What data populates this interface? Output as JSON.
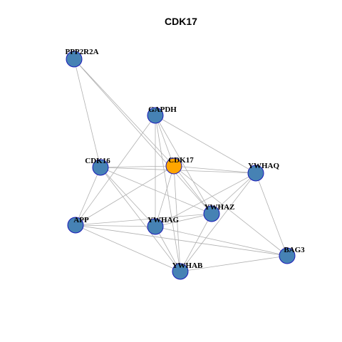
{
  "title": "CDK17",
  "colors": {
    "background": "#ffffff",
    "node_default": "#4682B4",
    "node_center": "#FFA500",
    "node_border": "#1A1AB8",
    "edge": "#B0B0B0",
    "text": "#000000"
  },
  "network": {
    "center_node": "CDK17",
    "nodes": [
      {
        "id": "PPP2R2A",
        "label": "PPP2R2A"
      },
      {
        "id": "GAPDH",
        "label": "GAPDH"
      },
      {
        "id": "CDK16",
        "label": "CDK16"
      },
      {
        "id": "CDK17",
        "label": "CDK17"
      },
      {
        "id": "YWHAQ",
        "label": "YWHAQ"
      },
      {
        "id": "YWHAZ",
        "label": "YWHAZ"
      },
      {
        "id": "APP",
        "label": "APP"
      },
      {
        "id": "YWHAG",
        "label": "YWHAG"
      },
      {
        "id": "BAG3",
        "label": "BAG3"
      },
      {
        "id": "YWHAB",
        "label": "YWHAB"
      }
    ],
    "edges": [
      [
        "PPP2R2A",
        "CDK16"
      ],
      [
        "PPP2R2A",
        "CDK17"
      ],
      [
        "PPP2R2A",
        "YWHAZ"
      ],
      [
        "GAPDH",
        "CDK17"
      ],
      [
        "GAPDH",
        "YWHAQ"
      ],
      [
        "GAPDH",
        "YWHAZ"
      ],
      [
        "GAPDH",
        "YWHAG"
      ],
      [
        "GAPDH",
        "YWHAB"
      ],
      [
        "GAPDH",
        "APP"
      ],
      [
        "CDK16",
        "CDK17"
      ],
      [
        "CDK16",
        "YWHAQ"
      ],
      [
        "CDK16",
        "YWHAZ"
      ],
      [
        "CDK16",
        "YWHAG"
      ],
      [
        "CDK16",
        "YWHAB"
      ],
      [
        "CDK16",
        "APP"
      ],
      [
        "CDK17",
        "YWHAQ"
      ],
      [
        "CDK17",
        "YWHAZ"
      ],
      [
        "CDK17",
        "YWHAG"
      ],
      [
        "CDK17",
        "YWHAB"
      ],
      [
        "CDK17",
        "APP"
      ],
      [
        "CDK17",
        "BAG3"
      ],
      [
        "YWHAQ",
        "YWHAZ"
      ],
      [
        "YWHAQ",
        "YWHAG"
      ],
      [
        "YWHAQ",
        "YWHAB"
      ],
      [
        "YWHAQ",
        "BAG3"
      ],
      [
        "YWHAZ",
        "YWHAG"
      ],
      [
        "YWHAZ",
        "YWHAB"
      ],
      [
        "YWHAZ",
        "APP"
      ],
      [
        "YWHAG",
        "APP"
      ],
      [
        "YWHAG",
        "YWHAB"
      ],
      [
        "YWHAG",
        "BAG3"
      ],
      [
        "APP",
        "YWHAB"
      ],
      [
        "APP",
        "BAG3"
      ],
      [
        "YWHAB",
        "BAG3"
      ]
    ]
  }
}
